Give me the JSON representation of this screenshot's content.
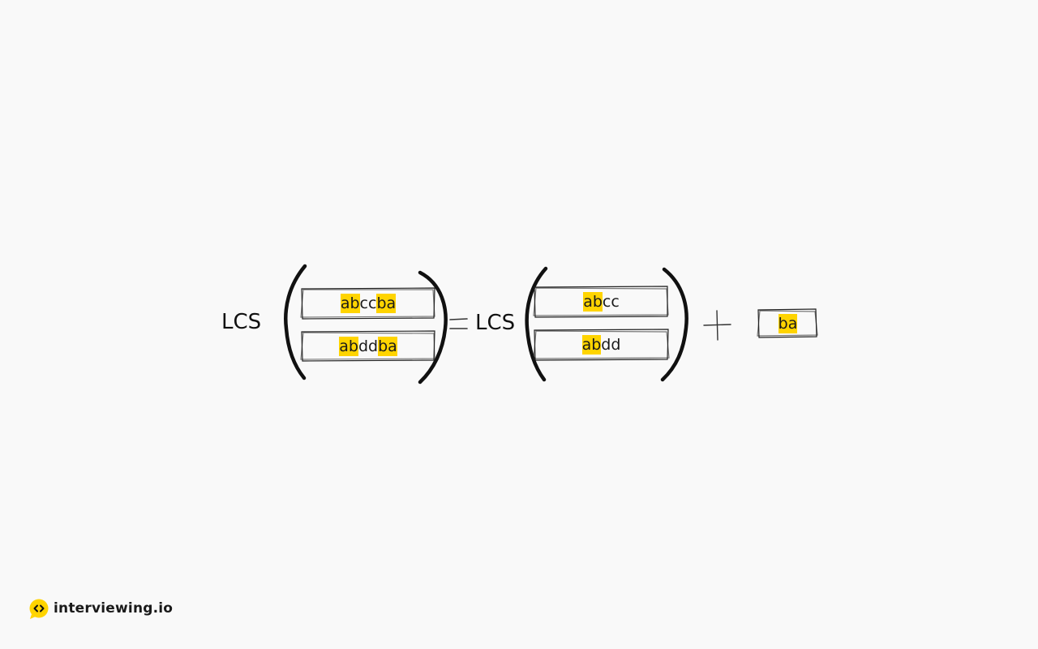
{
  "diagram": {
    "lhs": {
      "function_label": "LCS",
      "strings": [
        {
          "segments": [
            {
              "text": "ab",
              "highlight": true
            },
            {
              "text": "cc",
              "highlight": false
            },
            {
              "text": "ba",
              "highlight": true
            }
          ]
        },
        {
          "segments": [
            {
              "text": "ab",
              "highlight": true
            },
            {
              "text": "dd",
              "highlight": false
            },
            {
              "text": "ba",
              "highlight": true
            }
          ]
        }
      ]
    },
    "equals_symbol": "=",
    "rhs": {
      "function_label": "LCS",
      "strings": [
        {
          "segments": [
            {
              "text": "ab",
              "highlight": true
            },
            {
              "text": "cc",
              "highlight": false
            }
          ]
        },
        {
          "segments": [
            {
              "text": "ab",
              "highlight": true
            },
            {
              "text": "dd",
              "highlight": false
            }
          ]
        }
      ]
    },
    "plus_symbol": "+",
    "suffix": {
      "segments": [
        {
          "text": "ba",
          "highlight": true
        }
      ]
    }
  },
  "brand": {
    "name": "interviewing.io",
    "logo_icon": "code-bubble-icon"
  },
  "colors": {
    "background": "#f9f9f9",
    "highlight": "#ffd400",
    "ink": "#111111"
  }
}
